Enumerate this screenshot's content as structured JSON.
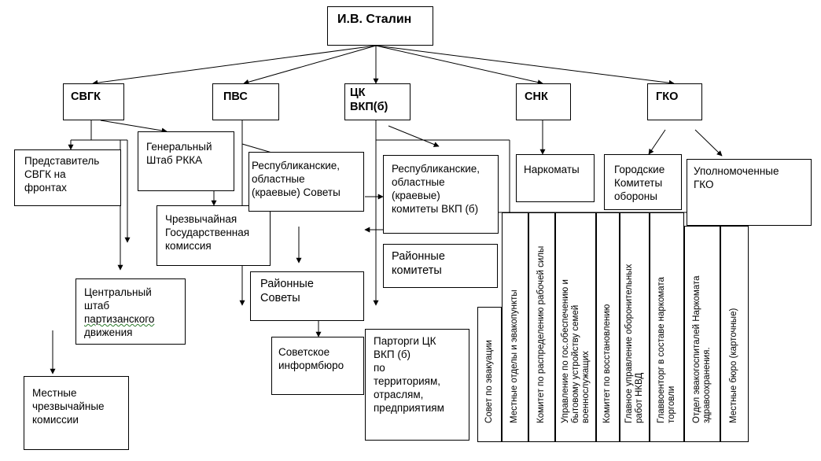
{
  "top": {
    "label": "И.В. Сталин"
  },
  "level1": {
    "svgk": "СВГК",
    "pvs": "ПВС",
    "ck_line1": "ЦК",
    "ck_line2": "ВКП(б)",
    "snk": "СНК",
    "gko": "ГКО"
  },
  "svgk_branch": {
    "representative": [
      "Представитель",
      "СВГК на",
      "фронтах"
    ],
    "general_staff": [
      "Генеральный",
      "Штаб РККА"
    ],
    "emergency_commission": [
      "Чрезвычайная",
      "Государственная",
      "комиссия"
    ],
    "partisan_hq": [
      "Центральный",
      "штаб",
      "партизанского",
      "движения"
    ],
    "local_emergency": [
      "Местные",
      "чрезвычайные",
      "комиссии"
    ]
  },
  "pvs_branch": {
    "republican_soviets": [
      "Республиканские,",
      "областные",
      "(краевые) Советы"
    ],
    "district_soviets": [
      "Районные",
      "Советы"
    ],
    "sovinformburo": [
      "Советское",
      "информбюро"
    ]
  },
  "ck_branch": {
    "republican_committees": [
      "Республиканские,",
      "областные",
      "(краевые)",
      "комитеты ВКП (б)"
    ],
    "district_committees": [
      "Районные",
      "комитеты"
    ],
    "party_organizers": [
      "Парторги ЦК",
      "ВКП (б)",
      "по",
      "территориям,",
      "отраслям,",
      "предприятиям"
    ]
  },
  "snk_branch": {
    "commissariats": "Наркоматы"
  },
  "gko_branch": {
    "city_committees": [
      "Городские",
      "Комитеты",
      "обороны"
    ],
    "plenipotentiaries": [
      "Уполномоченные",
      "ГКО"
    ]
  },
  "vertical_boxes": [
    [
      "Совет по эвакуации"
    ],
    [
      "Местные отделы и эвакопункты"
    ],
    [
      "Комитет по распределению рабочей силы"
    ],
    [
      "Управление по гос.обеспечению и",
      "бытовому устройству семей",
      "военнослужащих"
    ],
    [
      "Комитет по восстановлению"
    ],
    [
      "Главное управление оборонительных",
      "работ НКВД"
    ],
    [
      "Главвоенторг в составе наркомата",
      "торговли"
    ],
    [
      "Отдел эвакогоспиталей Наркомата",
      "здравоохранения."
    ],
    [
      "Местные бюро (карточные)"
    ]
  ]
}
